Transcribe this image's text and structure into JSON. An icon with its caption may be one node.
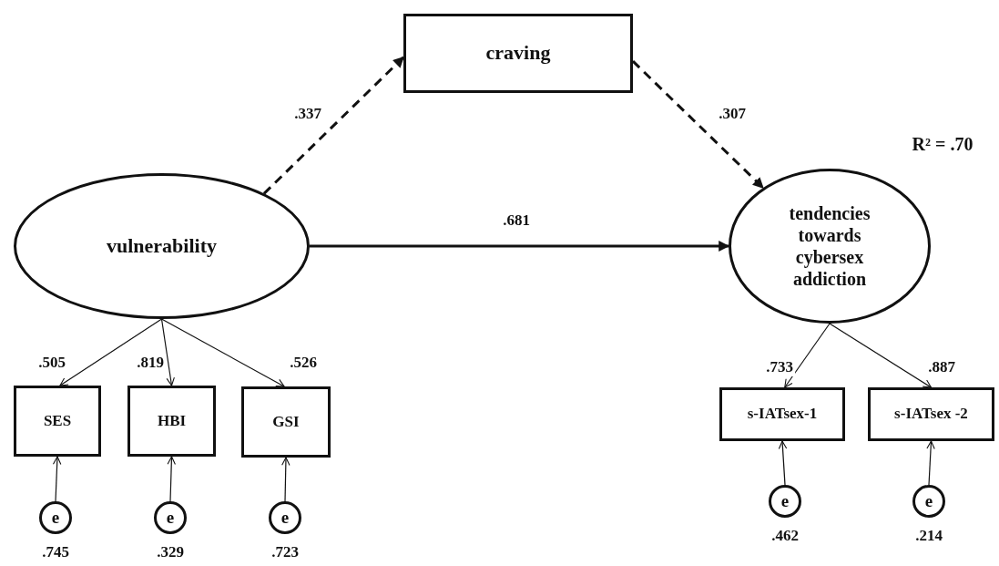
{
  "diagram": {
    "nodes": [
      {
        "text": [
          "craving"
        ]
      },
      {
        "text": [
          "vulnerability"
        ]
      },
      {
        "text": [
          "tendencies towards cybersex addiction"
        ]
      },
      {
        "text": [
          "SES"
        ]
      },
      {
        "text": [
          "HBI"
        ]
      },
      {
        "text": [
          "GSI"
        ]
      },
      {
        "text": [
          "s-IATsex-1"
        ]
      },
      {
        "text": [
          "s-IATsex -2"
        ]
      },
      {
        "text": [
          "e"
        ],
        "beside": [
          ".745"
        ]
      },
      {
        "text": [
          "e"
        ],
        "beside": [
          ".329"
        ]
      },
      {
        "text": [
          "e"
        ],
        "beside": [
          ".723"
        ]
      },
      {
        "text": [
          "e"
        ],
        "beside": [
          ".462"
        ]
      },
      {
        "text": [
          "e"
        ],
        "beside": [
          ".214"
        ]
      }
    ],
    "edges": [
      {
        "from": 1,
        "to": 0,
        "arrow": "to",
        "label": ".337",
        "style": "dashed"
      },
      {
        "from": 0,
        "to": 2,
        "arrow": "to",
        "label": ".307",
        "style": "dashed"
      },
      {
        "from": 1,
        "to": 2,
        "arrow": "to",
        "label": ".681",
        "style": "thick"
      },
      {
        "from": 1,
        "to": 3,
        "arrow": "to",
        "label": ".505"
      },
      {
        "from": 1,
        "to": 4,
        "arrow": "to",
        "label": ".819"
      },
      {
        "from": 1,
        "to": 5,
        "arrow": "to",
        "label": ".526"
      },
      {
        "from": 2,
        "to": 6,
        "arrow": "to",
        "label": ".733"
      },
      {
        "from": 2,
        "to": 7,
        "arrow": "to",
        "label": ".887"
      },
      {
        "from": 8,
        "to": 3,
        "arrow": "to"
      },
      {
        "from": 9,
        "to": 4,
        "arrow": "to"
      },
      {
        "from": 10,
        "to": 5,
        "arrow": "to"
      },
      {
        "from": 11,
        "to": 6,
        "arrow": "to"
      },
      {
        "from": 12,
        "to": 7,
        "arrow": "to"
      }
    ],
    "labels": [
      "R² = .70"
    ]
  }
}
